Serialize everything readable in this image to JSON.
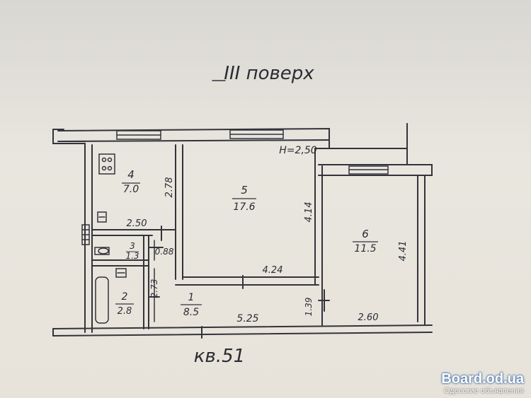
{
  "floor_title": "III поверх",
  "apartment_label": "кв.51",
  "ceiling_height": "H=2,50",
  "rooms": [
    {
      "number": "1",
      "area": "8.5"
    },
    {
      "number": "2",
      "area": "2.8"
    },
    {
      "number": "3",
      "area": "1.3"
    },
    {
      "number": "4",
      "area": "7.0"
    },
    {
      "number": "5",
      "area": "17.6"
    },
    {
      "number": "6",
      "area": "11.5"
    }
  ],
  "dimensions": {
    "kitchen_height": "2.78",
    "kitchen_width": "2.50",
    "wc_height": "0.88",
    "bath_height": "2.73",
    "living_height": "4.14",
    "living_width": "4.24",
    "hall_height": "1.39",
    "hall_width": "5.25",
    "bedroom_height": "4.41",
    "bedroom_width": "2.60"
  },
  "watermark": {
    "site": "Board.od.ua",
    "subtitle": "Одесские объявления"
  }
}
